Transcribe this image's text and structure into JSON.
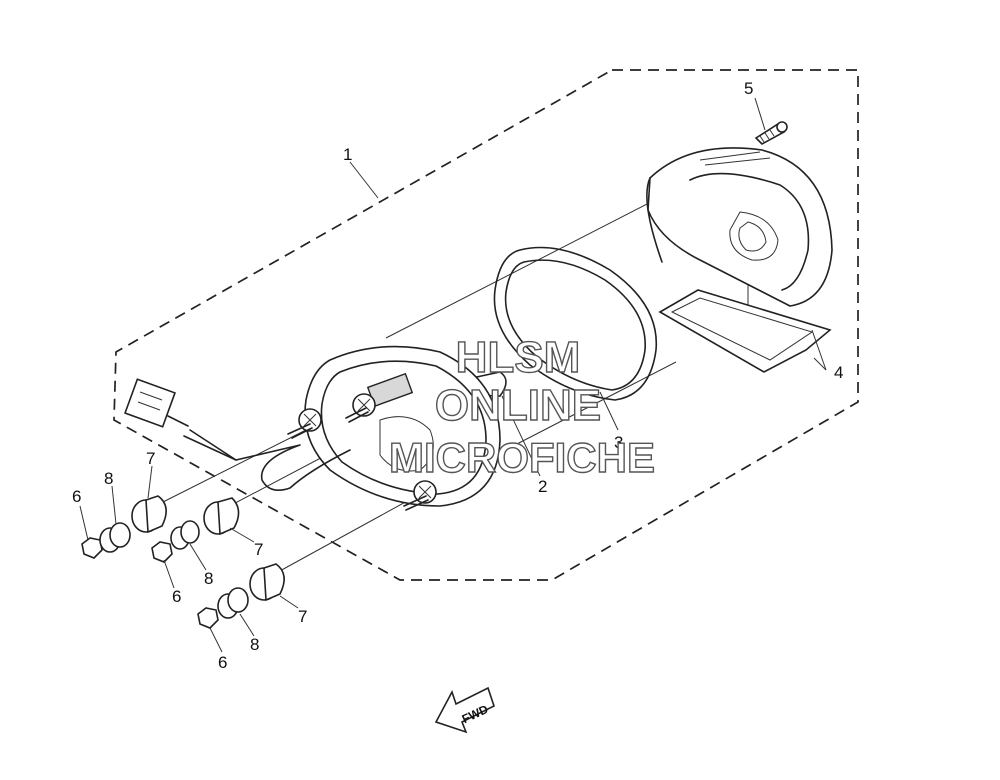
{
  "labels": {
    "l1": "1",
    "l2": "2",
    "l3": "3",
    "l4": "4",
    "l5": "5",
    "l6a": "6",
    "l6b": "6",
    "l6c": "6",
    "l7a": "7",
    "l7b": "7",
    "l7c": "7",
    "l8a": "8",
    "l8b": "8",
    "l8c": "8"
  },
  "watermark": {
    "line1": "HLSM",
    "line2": "ONLINE",
    "line3": "MICROFICHE"
  },
  "fwd_arrow": {
    "text": "FWD"
  }
}
